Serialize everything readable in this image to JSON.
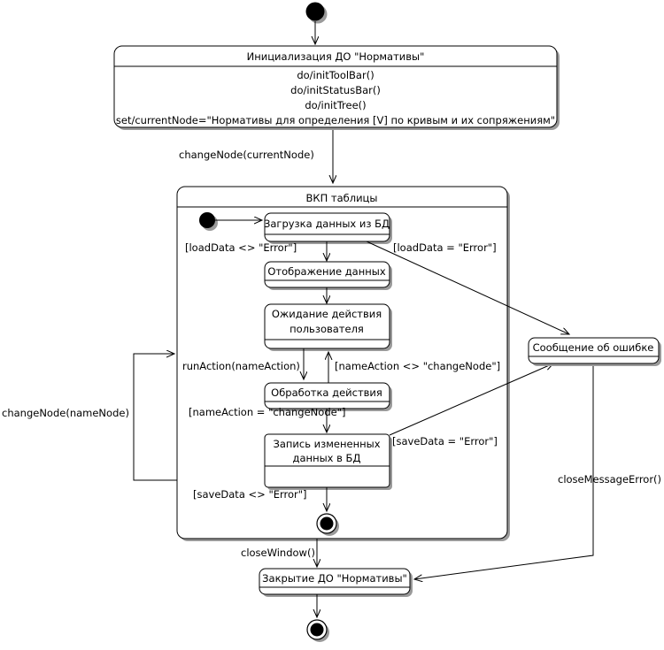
{
  "diagram": {
    "type": "uml-state-machine",
    "language": "ru",
    "colors": {
      "stroke": "#000000",
      "fill": "#ffffff",
      "shadow": "#9a9a9a",
      "background": "#ffffff"
    }
  },
  "states": {
    "init_state": {
      "name": "Инициализация ДО \"Нормативы\"",
      "actions": [
        "do/initToolBar()",
        "do/initStatusBar()",
        "do/initTree()",
        "set/currentNode=\"Нормативы для определения [V] по кривым и их сопряжениям\""
      ]
    },
    "composite": {
      "name": "ВКП таблицы"
    },
    "load_data": {
      "name": "Загрузка данных из БД"
    },
    "show_data": {
      "name": "Отображение данных"
    },
    "wait_user": {
      "name_line1": "Ожидание действия",
      "name_line2": "пользователя"
    },
    "process_action": {
      "name": "Обработка действия"
    },
    "save_data": {
      "name_line1": "Запись измененных",
      "name_line2": "данных в БД"
    },
    "error_message": {
      "name": "Сообщение об ошибке"
    },
    "close_state": {
      "name": "Закрытие ДО \"Нормативы\""
    }
  },
  "transitions": {
    "change_node_current": "changeNode(currentNode)",
    "load_ok": "[loadData <> \"Error\"]",
    "load_error": "[loadData = \"Error\"]",
    "run_action": "runAction(nameAction)",
    "name_action_other": "[nameAction <> \"changeNode\"]",
    "name_action_change": "[nameAction = \"changeNode\"]",
    "save_error": "[saveData = \"Error\"]",
    "save_ok": "[saveData <> \"Error\"]",
    "change_node_name": "changeNode(nameNode)",
    "close_window": "closeWindow()",
    "close_message_error": "closeMessageError()"
  },
  "pseudostates": {
    "start_top": "initial-state",
    "start_composite": "initial-state",
    "final_composite": "final-state",
    "final_bottom": "final-state"
  }
}
